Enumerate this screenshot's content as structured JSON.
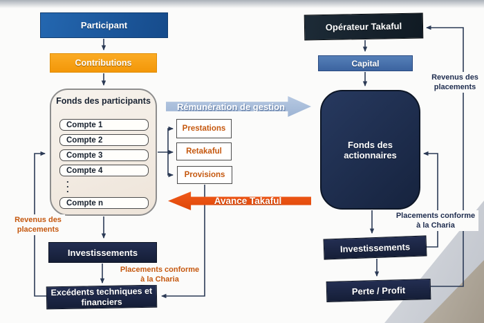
{
  "left": {
    "participant": "Participant",
    "contributions": "Contributions",
    "fonds": {
      "title": "Fonds des participants",
      "comptes": [
        "Compte 1",
        "Compte 2",
        "Compte 3",
        "Compte 4"
      ],
      "dots": ".\n.\n.",
      "compte_n": "Compte n"
    },
    "investissements": "Investissements",
    "excedents": [
      "Excédents techniques et",
      "financiers"
    ],
    "revenus": [
      "Revenus des",
      "placements"
    ],
    "charia": [
      "Placements conforme",
      "à la Charia"
    ]
  },
  "middle": {
    "remuneration": "Rémunération de gestion",
    "boxes": [
      "Prestations",
      "Retakaful",
      "Provisions"
    ],
    "avance": "Avance Takaful"
  },
  "right": {
    "operateur": "Opérateur Takaful",
    "capital": "Capital",
    "fonds": "Fonds des actionnaires",
    "investissements": "Investissements",
    "perte": "Perte / Profit",
    "revenus": [
      "Revenus des",
      "placements"
    ],
    "charia": [
      "Placements conforme",
      "à la Charia"
    ]
  },
  "colors": {
    "participant_blue": "#1d5ca4",
    "contributions_orange": "#f9a11b",
    "capital_blue": "#4a74ad",
    "navy_box": "#192340",
    "operator_slate": "#18242e",
    "shareholders_navy": "#20324f",
    "participants_cream": "#f2ece3",
    "orange_text": "#c5580f",
    "navy_text": "#1e2c4e",
    "remuneration_fill": "#a9bedb",
    "avance_fill": "#ea4e10",
    "connector_line": "#2b3a55"
  }
}
